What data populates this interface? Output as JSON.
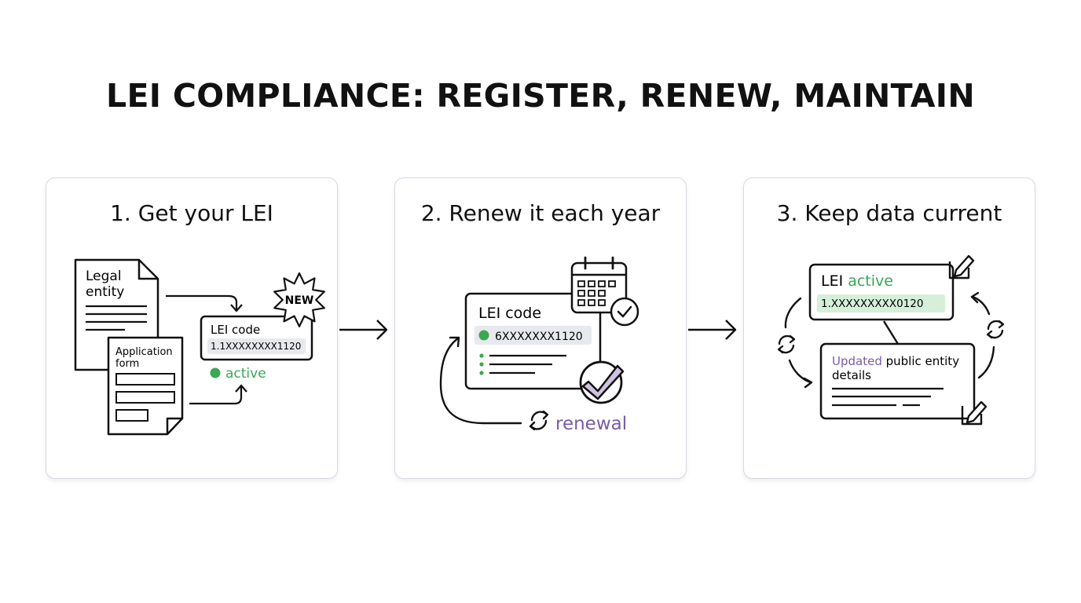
{
  "title": "LEI COMPLIANCE: REGISTER, RENEW, MAINTAIN",
  "colors": {
    "green": "#3aa853",
    "purple": "#7a5ba6",
    "light_green": "#d5efd9",
    "chip_grey": "#e7e9ee",
    "check_fill": "#cfc3e3"
  },
  "steps": [
    {
      "title": "1. Get your LEI",
      "doc_label": [
        "Legal",
        "entity"
      ],
      "form_label": [
        "Application",
        "form"
      ],
      "card_label": "LEI code",
      "code": "1.1XXXXXXXX1120",
      "badge": "NEW",
      "status": "active"
    },
    {
      "title": "2. Renew it each year",
      "card_label": "LEI code",
      "code": "6XXXXXXX1120",
      "renewal": "renewal"
    },
    {
      "title": "3. Keep data current",
      "top_label": "LEI",
      "top_status": "active",
      "code": "1.XXXXXXXXX0120",
      "update_word": "Updated",
      "update_rest": " public entity",
      "update_line2": "details"
    }
  ]
}
